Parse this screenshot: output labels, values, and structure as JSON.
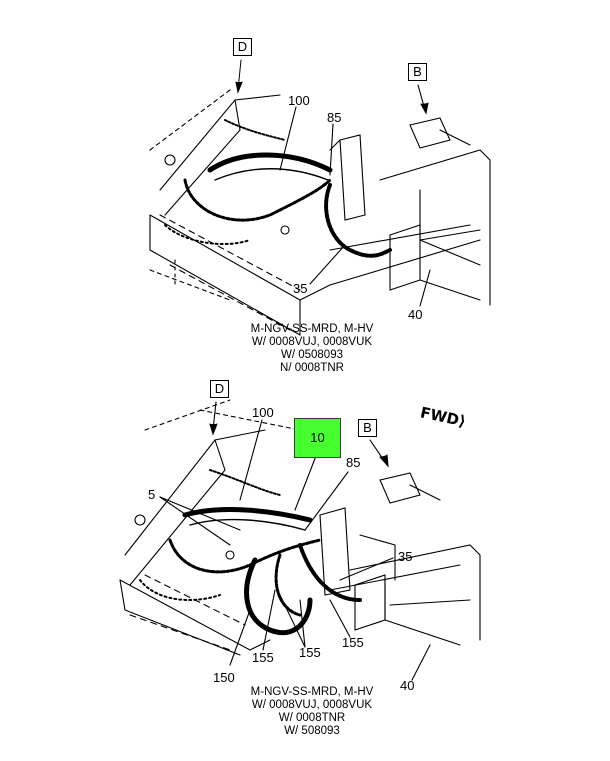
{
  "top_diagram": {
    "callout_d": "D",
    "callout_b": "B",
    "labels": [
      "100",
      "85",
      "35",
      "40"
    ],
    "caption": [
      "M-NGV-SS-MRD, M-HV",
      "W/ 0008VUJ, 0008VUK",
      "W/ 0508093",
      "N/ 0008TNR"
    ]
  },
  "bottom_diagram": {
    "callout_d": "D",
    "callout_b": "B",
    "highlight_label": "10",
    "fwd": "FWD",
    "labels": [
      "100",
      "85",
      "5",
      "35",
      "155",
      "155",
      "155",
      "150",
      "40"
    ],
    "caption": [
      "M-NGV-SS-MRD, M-HV",
      "W/ 0008VUJ, 0008VUK",
      "W/ 0008TNR",
      "W/ 508093"
    ]
  },
  "colors": {
    "highlight": "#47ff2e"
  }
}
